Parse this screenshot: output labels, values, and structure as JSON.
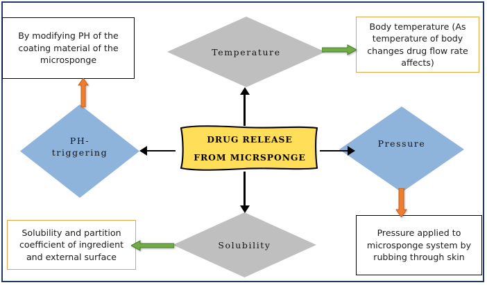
{
  "diagram": {
    "title_node": {
      "name": "drug-release-banner",
      "line1": "DRUG RELEASE",
      "line2": "FROM MICRSPONGE",
      "fill": "#FFDE59",
      "stroke": "#000000",
      "shape": "wave-banner"
    },
    "nodes": [
      {
        "id": "temperature",
        "label": "Temperature",
        "shape": "diamond",
        "fill": "#BFBFBF"
      },
      {
        "id": "ph-triggering",
        "label": "PH-\ntriggering",
        "label_line1": "PH-",
        "label_line2": "triggering",
        "shape": "diamond",
        "fill": "#8EB4DC"
      },
      {
        "id": "pressure",
        "label": "Pressure",
        "shape": "diamond",
        "fill": "#8EB4DC"
      },
      {
        "id": "solubility",
        "label": "Solubility",
        "shape": "diamond",
        "fill": "#BFBFBF"
      }
    ],
    "notes": [
      {
        "id": "ph-modification-note",
        "text": "By modifying PH of the coating material of the microsponge",
        "border": "#000000",
        "position": "top-left"
      },
      {
        "id": "body-temperature-note",
        "text": "Body temperature (As temperature of body changes drug flow rate affects)",
        "border": "#E8A33D",
        "position": "top-right"
      },
      {
        "id": "solubility-note",
        "text": "Solubility and partition coefficient of ingredient and external surface",
        "border": "#E8A33D",
        "position": "bottom-left"
      },
      {
        "id": "pressure-note",
        "text": "Pressure applied to microsponge system by rubbing through skin",
        "border": "#000000",
        "position": "bottom-right"
      }
    ],
    "connectors": [
      {
        "id": "banner-to-temperature",
        "from": "drug-release-banner",
        "to": "temperature",
        "style": "line",
        "color": "#000000",
        "direction": "up"
      },
      {
        "id": "banner-to-solubility",
        "from": "drug-release-banner",
        "to": "solubility",
        "style": "line",
        "color": "#000000",
        "direction": "down"
      },
      {
        "id": "banner-to-ph",
        "from": "drug-release-banner",
        "to": "ph-triggering",
        "style": "line",
        "color": "#000000",
        "direction": "left"
      },
      {
        "id": "banner-to-pressure",
        "from": "drug-release-banner",
        "to": "pressure",
        "style": "line",
        "color": "#000000",
        "direction": "right"
      },
      {
        "id": "temperature-to-note",
        "from": "temperature",
        "to": "body-temperature-note",
        "style": "block",
        "color": "#70AD47",
        "direction": "right"
      },
      {
        "id": "solubility-to-note",
        "from": "solubility",
        "to": "solubility-note",
        "style": "block",
        "color": "#70AD47",
        "direction": "left"
      },
      {
        "id": "ph-to-note",
        "from": "ph-triggering",
        "to": "ph-modification-note",
        "style": "block",
        "color": "#ED7D31",
        "direction": "up"
      },
      {
        "id": "pressure-to-note",
        "from": "pressure",
        "to": "pressure-note",
        "style": "block",
        "color": "#ED7D31",
        "direction": "down"
      }
    ],
    "frame_color": "#1F3864"
  }
}
